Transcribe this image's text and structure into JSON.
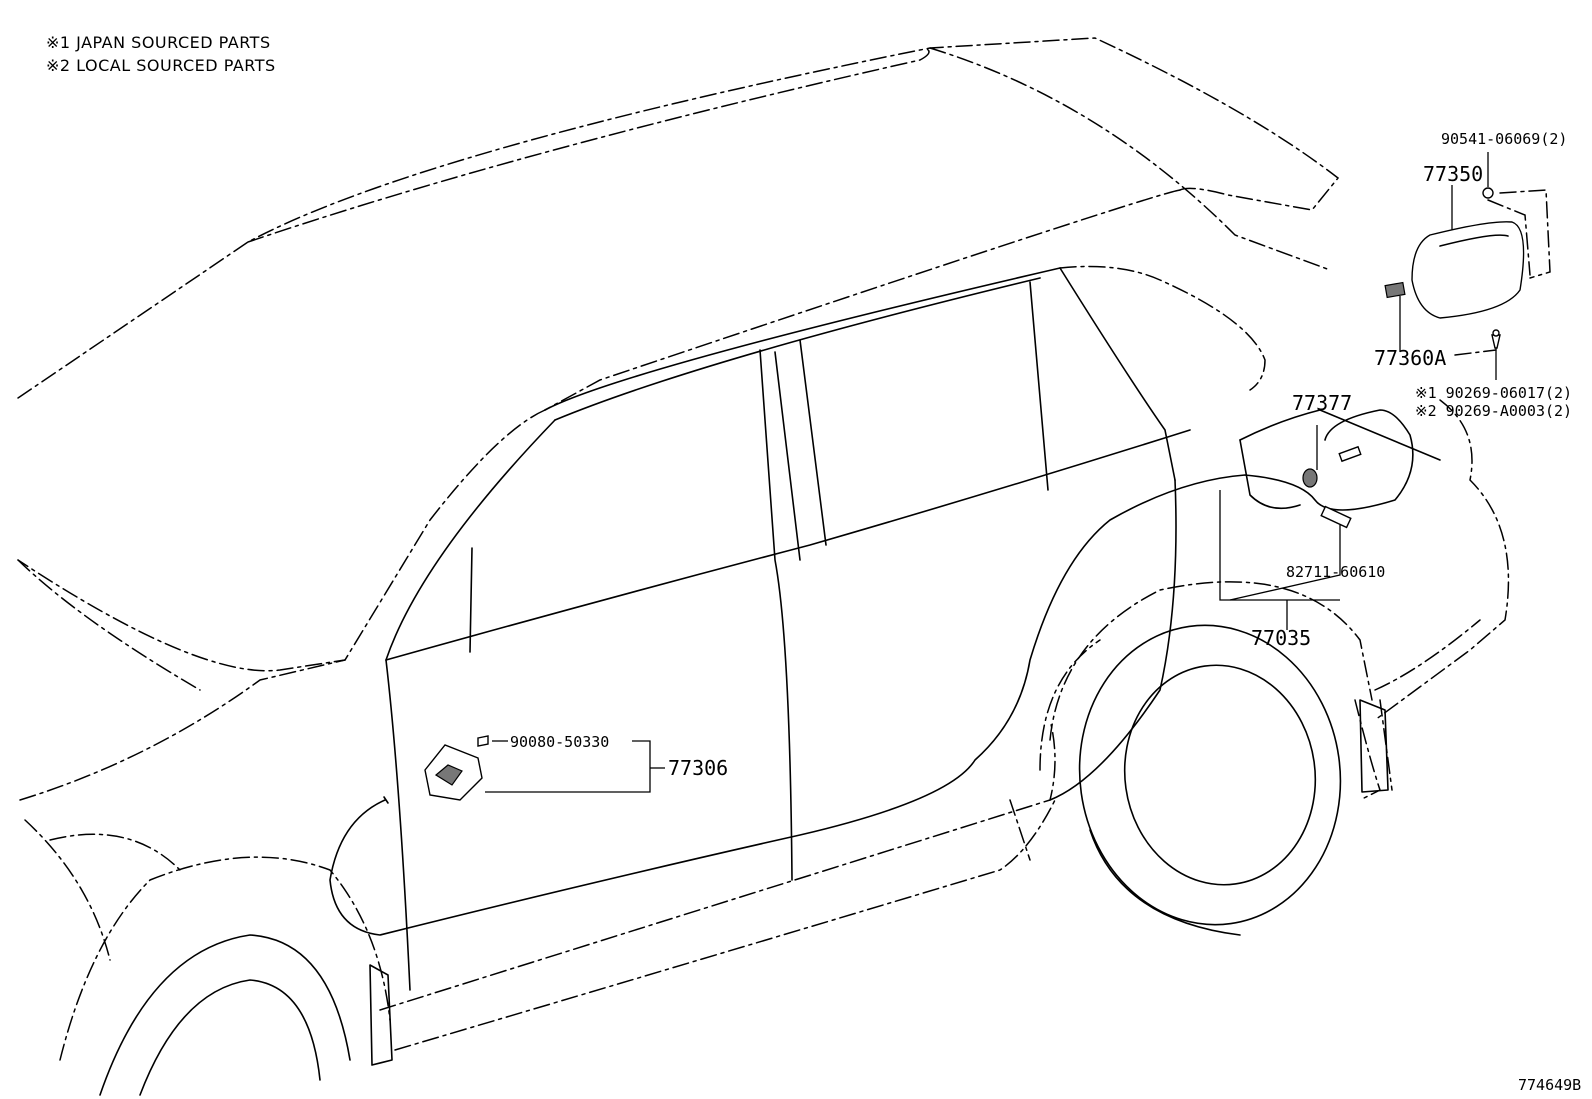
{
  "notes": {
    "note1": "※1 JAPAN SOURCED PARTS",
    "note2": "※2 LOCAL SOURCED PARTS"
  },
  "labels": {
    "bolt_top": "90541-06069(2)",
    "fuel_lid": "77350",
    "hinge": "77360A",
    "screw_jp": "※1 90269-06017(2)",
    "screw_local": "※2 90269-A0003(2)",
    "lid_lock": "77377",
    "cable_clamp": "82711-60610",
    "cable_sub": "77035",
    "screw_opener": "90080-50330",
    "opener_lever": "77306"
  },
  "figure_id": "774649B"
}
